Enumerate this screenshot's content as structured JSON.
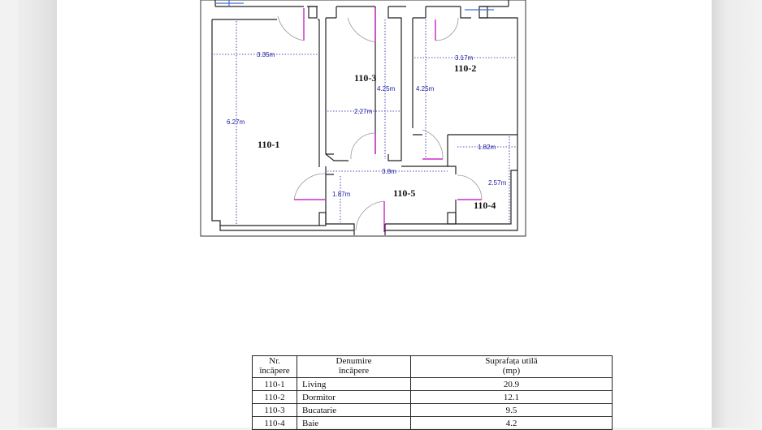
{
  "rooms": [
    {
      "id": "110-1"
    },
    {
      "id": "110-2"
    },
    {
      "id": "110-3"
    },
    {
      "id": "110-4"
    },
    {
      "id": "110-5"
    }
  ],
  "dimensions": {
    "d1": "3.35m",
    "d2": "6.27m",
    "d3": "4.25m",
    "d4": "2.27m",
    "d5": "4.25m",
    "d6": "3.17m",
    "d7": "1.82m",
    "d8": "2.57m",
    "d9": "3.8m",
    "d10": "1.87m"
  },
  "table": {
    "headers": {
      "nr_line1": "Nr.",
      "nr_line2": "încăpere",
      "name_line1": "Denumire",
      "name_line2": "încăpere",
      "area_line1": "Suprafața utilă",
      "area_line2": "(mp)"
    },
    "rows": [
      {
        "nr": "110-1",
        "name": "Living",
        "area": "20.9"
      },
      {
        "nr": "110-2",
        "name": "Dormitor",
        "area": "12.1"
      },
      {
        "nr": "110-3",
        "name": "Bucatarie",
        "area": "9.5"
      },
      {
        "nr": "110-4",
        "name": "Baie",
        "area": "4.2"
      }
    ]
  },
  "colors": {
    "walls": "#222222",
    "doors": "#c000c0",
    "dimensions": "#1a1aa0"
  }
}
